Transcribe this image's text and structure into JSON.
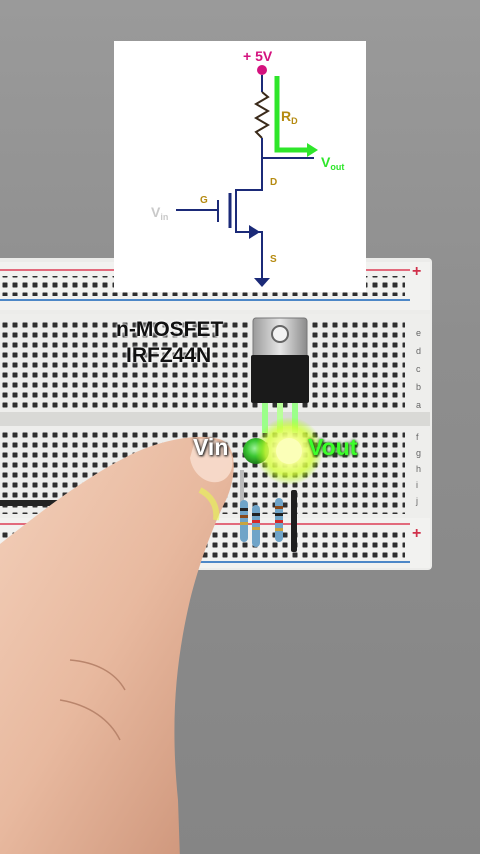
{
  "schematic": {
    "supply_label": "+ 5V",
    "resistor_label": "R",
    "resistor_subscript": "D",
    "output_label": "V",
    "output_subscript": "out",
    "drain_label": "D",
    "gate_label": "G",
    "source_label": "S",
    "input_label": "V",
    "input_subscript": "in"
  },
  "overlay": {
    "part_type": "n-MOSFET",
    "part_number": "IRFZ44N",
    "vin_label": "Vin",
    "vout_label": "Vout"
  },
  "breadboard_markings": {
    "row_letters": [
      "a",
      "b",
      "c",
      "d",
      "e",
      "f",
      "g",
      "h",
      "i",
      "j"
    ],
    "rail_symbol": "+"
  },
  "colors": {
    "supply": "#d4127e",
    "wire": "#1b2a78",
    "label_gold": "#b58a10",
    "output_arrow": "#2ee62a",
    "input_gray": "#c9c9c9",
    "led_green": "#39c531",
    "led_yellow": "#f4ff6a"
  }
}
